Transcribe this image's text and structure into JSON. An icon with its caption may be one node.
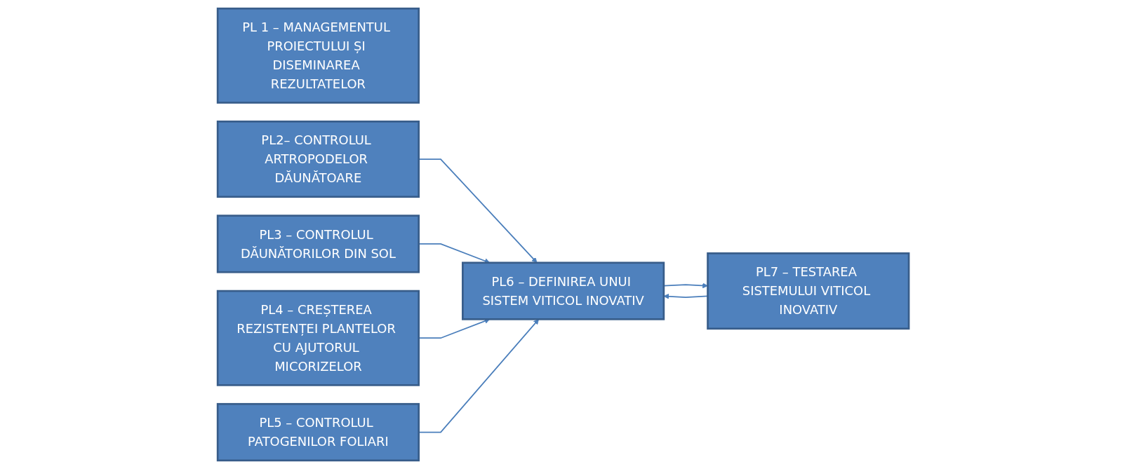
{
  "diagram": {
    "nodes": [
      {
        "text": [
          "PL 1 – MANAGEMENTUL PROIECTULUI ȘI DISEMINAREA REZULTATELOR"
        ]
      },
      {
        "text": [
          "PL2– CONTROLUL ARTROPODELOR DĂUNĂTOARE"
        ]
      },
      {
        "text": [
          "PL3 – CONTROLUL DĂUNĂTORILOR DIN SOL"
        ]
      },
      {
        "text": [
          "PL4 – CREȘTEREA REZISTENȚEI PLANTELOR CU AJUTORUL MICORIZELOR"
        ]
      },
      {
        "text": [
          "PL5 – CONTROLUL PATOGENILOR FOLIARI"
        ]
      },
      {
        "text": [
          "PL6 – DEFINIREA UNUI SISTEM VITICOL INOVATIV"
        ]
      },
      {
        "text": [
          "PL7 – TESTAREA SISTEMULUI VITICOL INOVATIV"
        ]
      }
    ],
    "edges": [
      {
        "from": 1,
        "to": 5,
        "arrow": "to"
      },
      {
        "from": 2,
        "to": 5,
        "arrow": "to"
      },
      {
        "from": 3,
        "to": 5,
        "arrow": "to"
      },
      {
        "from": 4,
        "to": 5,
        "arrow": "to"
      },
      {
        "from": 5,
        "to": 6,
        "arrow": "to"
      },
      {
        "from": 6,
        "to": 5,
        "arrow": "to"
      }
    ]
  }
}
